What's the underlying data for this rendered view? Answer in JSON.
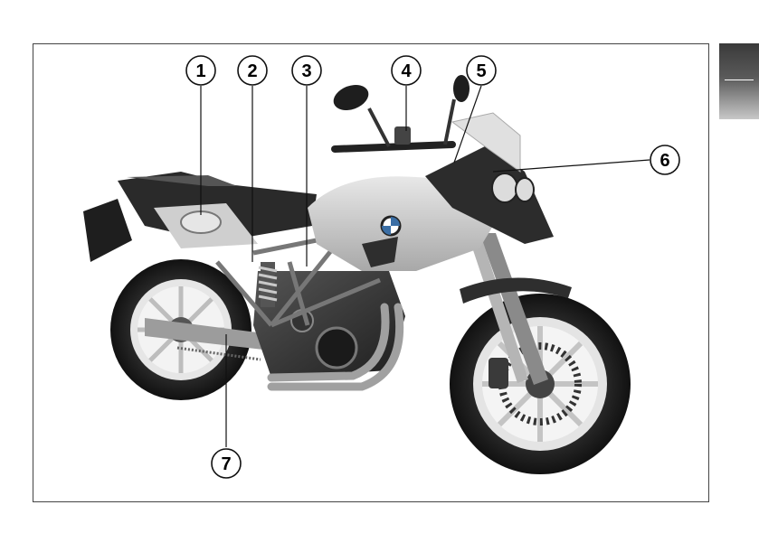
{
  "figure": {
    "callouts": [
      {
        "number": "1"
      },
      {
        "number": "2"
      },
      {
        "number": "3"
      },
      {
        "number": "4"
      },
      {
        "number": "5"
      },
      {
        "number": "6"
      },
      {
        "number": "7"
      }
    ]
  },
  "page_tab": {
    "accent": "#3a3a3a"
  },
  "icons": {
    "motorcycle": "motorcycle-illustration"
  }
}
